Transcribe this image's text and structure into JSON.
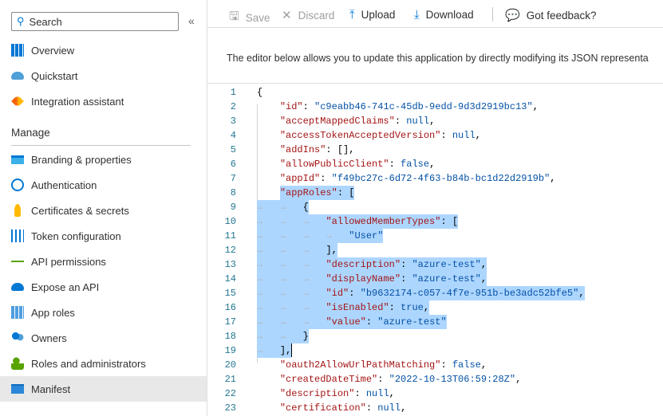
{
  "sidebar": {
    "search_placeholder": "Search",
    "collapse_icon": "double-chevron-left",
    "top_items": [
      {
        "label": "Overview",
        "icon": "overview-grid-icon"
      },
      {
        "label": "Quickstart",
        "icon": "cloud-icon"
      },
      {
        "label": "Integration assistant",
        "icon": "rocket-icon"
      }
    ],
    "section_title": "Manage",
    "manage_items": [
      {
        "label": "Branding & properties",
        "icon": "branding-icon"
      },
      {
        "label": "Authentication",
        "icon": "authentication-icon"
      },
      {
        "label": "Certificates & secrets",
        "icon": "key-icon"
      },
      {
        "label": "Token configuration",
        "icon": "token-icon"
      },
      {
        "label": "API permissions",
        "icon": "api-permissions-icon"
      },
      {
        "label": "Expose an API",
        "icon": "cloud-api-icon"
      },
      {
        "label": "App roles",
        "icon": "app-roles-icon"
      },
      {
        "label": "Owners",
        "icon": "owners-icon"
      },
      {
        "label": "Roles and administrators",
        "icon": "roles-icon"
      },
      {
        "label": "Manifest",
        "icon": "manifest-icon",
        "active": true
      }
    ]
  },
  "toolbar": {
    "save": "Save",
    "discard": "Discard",
    "upload": "Upload",
    "download": "Download",
    "feedback": "Got feedback?"
  },
  "description": "The editor below allows you to update this application by directly modifying its JSON representa",
  "colors": {
    "key": "#a31515",
    "string": "#0451a5",
    "selection": "#add6ff",
    "line_number": "#237893"
  },
  "editor": {
    "lines": [
      {
        "n": "1",
        "indent": 0,
        "tokens": [
          [
            "p",
            "{"
          ]
        ]
      },
      {
        "n": "2",
        "indent": 1,
        "tokens": [
          [
            "k",
            "\"id\""
          ],
          [
            "p",
            ": "
          ],
          [
            "s",
            "\"c9eabb46-741c-45db-9edd-9d3d2919bc13\""
          ],
          [
            "p",
            ","
          ]
        ]
      },
      {
        "n": "3",
        "indent": 1,
        "tokens": [
          [
            "k",
            "\"acceptMappedClaims\""
          ],
          [
            "p",
            ": "
          ],
          [
            "l",
            "null"
          ],
          [
            "p",
            ","
          ]
        ]
      },
      {
        "n": "4",
        "indent": 1,
        "tokens": [
          [
            "k",
            "\"accessTokenAcceptedVersion\""
          ],
          [
            "p",
            ": "
          ],
          [
            "l",
            "null"
          ],
          [
            "p",
            ","
          ]
        ]
      },
      {
        "n": "5",
        "indent": 1,
        "tokens": [
          [
            "k",
            "\"addIns\""
          ],
          [
            "p",
            ": [],"
          ]
        ]
      },
      {
        "n": "6",
        "indent": 1,
        "tokens": [
          [
            "k",
            "\"allowPublicClient\""
          ],
          [
            "p",
            ": "
          ],
          [
            "l",
            "false"
          ],
          [
            "p",
            ","
          ]
        ]
      },
      {
        "n": "7",
        "indent": 1,
        "tokens": [
          [
            "k",
            "\"appId\""
          ],
          [
            "p",
            ": "
          ],
          [
            "s",
            "\"f49bc27c-6d72-4f63-b84b-bc1d22d2919b\""
          ],
          [
            "p",
            ","
          ]
        ]
      },
      {
        "n": "8",
        "indent": 1,
        "sel": "text",
        "tokens": [
          [
            "k",
            "\"appRoles\""
          ],
          [
            "p",
            ": ["
          ]
        ]
      },
      {
        "n": "9",
        "indent": 2,
        "sel": "all",
        "tokens": [
          [
            "p",
            "{"
          ]
        ]
      },
      {
        "n": "10",
        "indent": 3,
        "sel": "all",
        "tokens": [
          [
            "k",
            "\"allowedMemberTypes\""
          ],
          [
            "p",
            ": ["
          ]
        ]
      },
      {
        "n": "11",
        "indent": 4,
        "sel": "all",
        "tokens": [
          [
            "s",
            "\"User\""
          ]
        ]
      },
      {
        "n": "12",
        "indent": 3,
        "sel": "all",
        "tokens": [
          [
            "p",
            "],"
          ]
        ]
      },
      {
        "n": "13",
        "indent": 3,
        "sel": "all",
        "tokens": [
          [
            "k",
            "\"description\""
          ],
          [
            "p",
            ": "
          ],
          [
            "s",
            "\"azure-test\""
          ],
          [
            "p",
            ","
          ]
        ]
      },
      {
        "n": "14",
        "indent": 3,
        "sel": "all",
        "tokens": [
          [
            "k",
            "\"displayName\""
          ],
          [
            "p",
            ": "
          ],
          [
            "s",
            "\"azure-test\""
          ],
          [
            "p",
            ","
          ]
        ]
      },
      {
        "n": "15",
        "indent": 3,
        "sel": "all",
        "tokens": [
          [
            "k",
            "\"id\""
          ],
          [
            "p",
            ": "
          ],
          [
            "s",
            "\"b9632174-c057-4f7e-951b-be3adc52bfe5\""
          ],
          [
            "p",
            ","
          ]
        ]
      },
      {
        "n": "16",
        "indent": 3,
        "sel": "all",
        "tokens": [
          [
            "k",
            "\"isEnabled\""
          ],
          [
            "p",
            ": "
          ],
          [
            "l",
            "true"
          ],
          [
            "p",
            ","
          ]
        ]
      },
      {
        "n": "17",
        "indent": 3,
        "sel": "all",
        "tokens": [
          [
            "k",
            "\"value\""
          ],
          [
            "p",
            ": "
          ],
          [
            "s",
            "\"azure-test\""
          ]
        ]
      },
      {
        "n": "18",
        "indent": 2,
        "sel": "all",
        "tokens": [
          [
            "p",
            "}"
          ]
        ]
      },
      {
        "n": "19",
        "indent": 1,
        "sel": "all",
        "cursor": true,
        "tokens": [
          [
            "p",
            "],"
          ]
        ]
      },
      {
        "n": "20",
        "indent": 1,
        "tokens": [
          [
            "k",
            "\"oauth2AllowUrlPathMatching\""
          ],
          [
            "p",
            ": "
          ],
          [
            "l",
            "false"
          ],
          [
            "p",
            ","
          ]
        ]
      },
      {
        "n": "21",
        "indent": 1,
        "tokens": [
          [
            "k",
            "\"createdDateTime\""
          ],
          [
            "p",
            ": "
          ],
          [
            "s",
            "\"2022-10-13T06:59:28Z\""
          ],
          [
            "p",
            ","
          ]
        ]
      },
      {
        "n": "22",
        "indent": 1,
        "tokens": [
          [
            "k",
            "\"description\""
          ],
          [
            "p",
            ": "
          ],
          [
            "l",
            "null"
          ],
          [
            "p",
            ","
          ]
        ]
      },
      {
        "n": "23",
        "indent": 1,
        "tokens": [
          [
            "k",
            "\"certification\""
          ],
          [
            "p",
            ": "
          ],
          [
            "l",
            "null"
          ],
          [
            "p",
            ","
          ]
        ]
      }
    ]
  }
}
